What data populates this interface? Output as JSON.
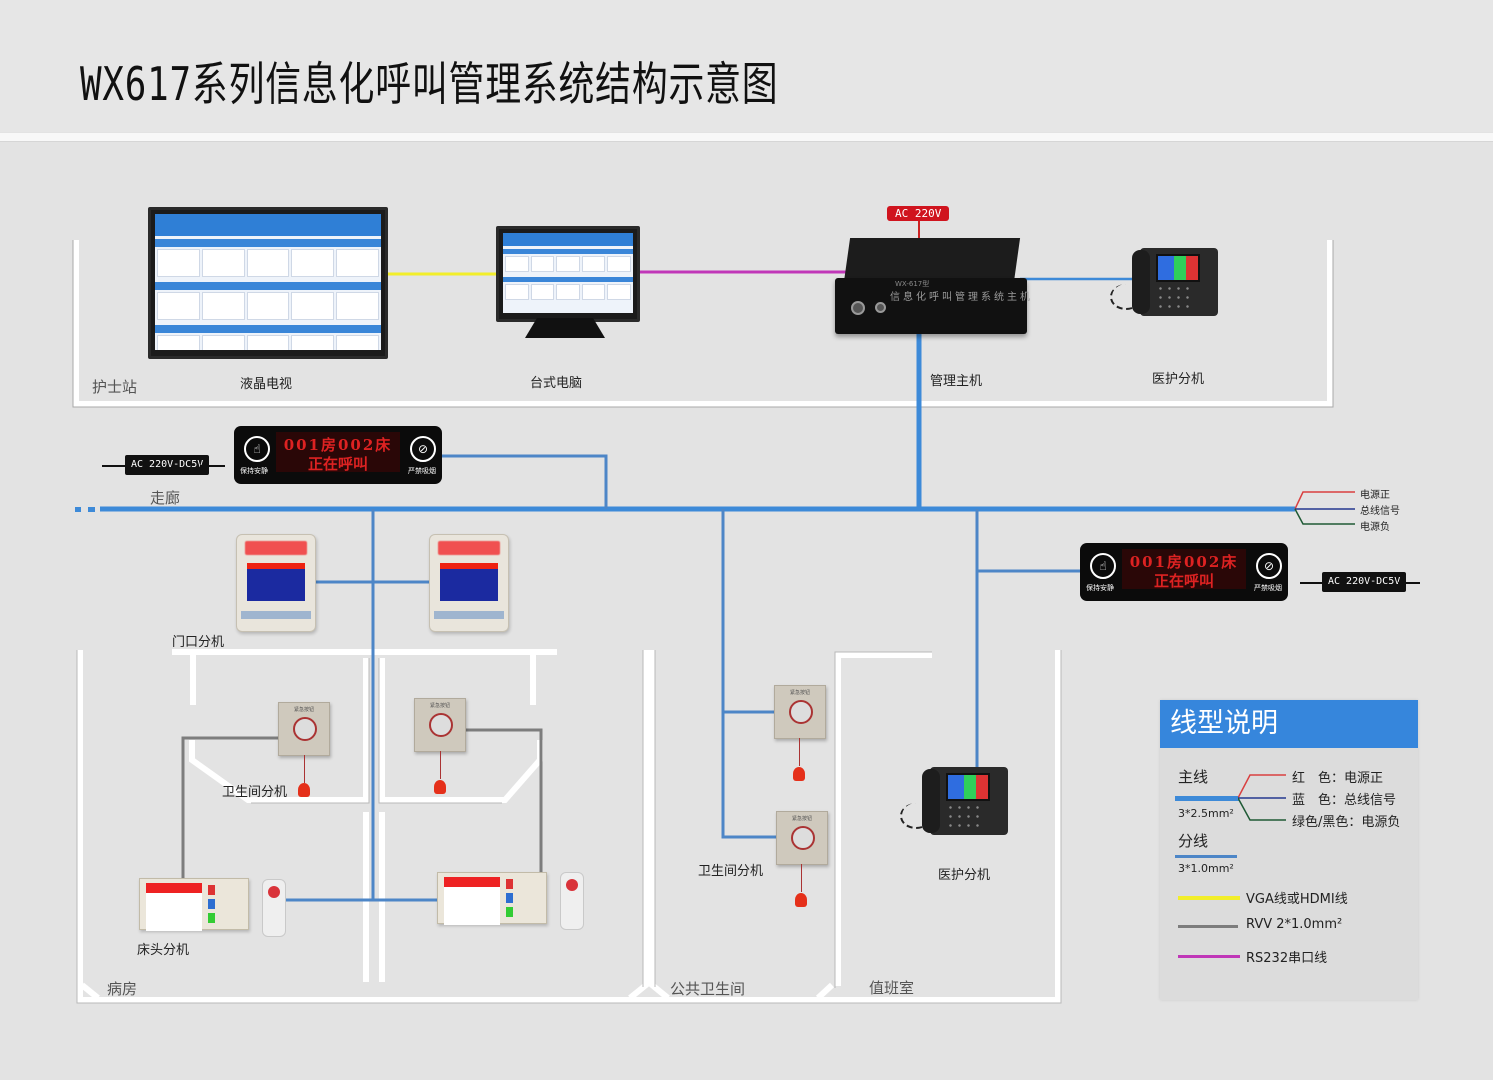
{
  "title": "WX617系列信息化呼叫管理系统结构示意图",
  "colors": {
    "main_line": "#3d8ad8",
    "branch_line": "#4d86c7",
    "vga_line": "#f2ee2a",
    "rvv_line": "#7d7d7d",
    "rs232_line": "#c037b8",
    "power_pos": "#d94040",
    "bus_signal": "#24388f",
    "power_neg": "#1f5a35",
    "legend_header": "#3686dc",
    "ac_badge": "#d0141e"
  },
  "rooms": {
    "nurse_station": "护士站",
    "corridor": "走廊",
    "ward": "病房",
    "public_toilet": "公共卫生间",
    "duty_room": "值班室"
  },
  "devices": {
    "lcd_tv": "液晶电视",
    "desktop_pc": "台式电脑",
    "host": "管理主机",
    "host_face_text": "信息化呼叫管理系统主机",
    "host_model": "WX-617型",
    "ac_badge": "AC 220V",
    "medical_unit_top": "医护分机",
    "medical_unit_duty": "医护分机",
    "door_unit": "门口分机",
    "toilet_unit_ward": "卫生间分机",
    "toilet_unit_public": "卫生间分机",
    "bedside_unit": "床头分机"
  },
  "led_signs": [
    {
      "line1": "001房002床",
      "line2": "正在呼叫",
      "left_caption": "保持安静",
      "right_caption": "严禁吸烟",
      "adapter": "AC 220V-DC5V"
    },
    {
      "line1": "001房002床",
      "line2": "正在呼叫",
      "left_caption": "保持安静",
      "right_caption": "严禁吸烟",
      "adapter": "AC 220V-DC5V"
    }
  ],
  "bus_wires": {
    "positive": "电源正",
    "signal": "总线信号",
    "negative": "电源负"
  },
  "legend": {
    "header": "线型说明",
    "main_line": "主线",
    "main_spec": "3*2.5mm²",
    "main_wires": [
      {
        "label": "红　色：电源正",
        "color": "#d94040"
      },
      {
        "label": "蓝　色：总线信号",
        "color": "#24388f"
      },
      {
        "label": "绿色/黑色：电源负",
        "color": "#1f5a35"
      }
    ],
    "branch_line": "分线",
    "branch_spec": "3*1.0mm²",
    "items": [
      {
        "label": "VGA线或HDMI线",
        "color": "#f2ee2a"
      },
      {
        "label": "RVV 2*1.0mm²",
        "color": "#7d7d7d"
      },
      {
        "label": "RS232串口线",
        "color": "#c037b8"
      }
    ]
  }
}
